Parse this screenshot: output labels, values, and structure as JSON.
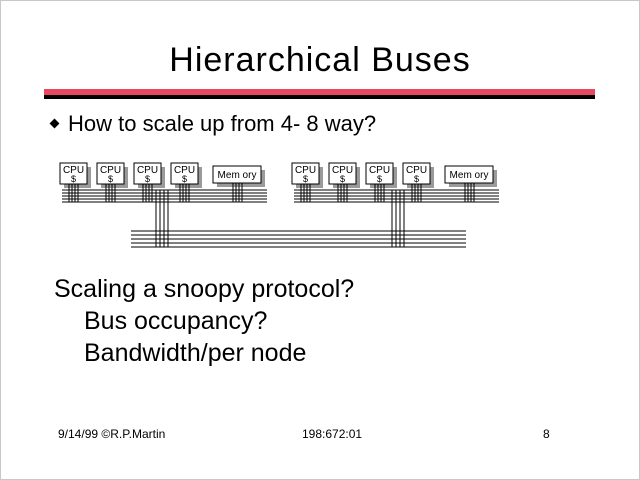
{
  "slide": {
    "title": "Hierarchical Buses",
    "bullet": "How to scale up from 4- 8 way?",
    "lines": [
      "Scaling a snoopy protocol?",
      "Bus occupancy?",
      "Bandwidth/per node"
    ],
    "footer": {
      "left": "9/14/99 ©R.P.Martin",
      "center": "198:672:01",
      "right": "8"
    }
  },
  "diagram": {
    "cpu_label": "CPU",
    "cache_label": "$",
    "memory_label": "Mem ory",
    "clusters": 2,
    "cpus_per_cluster": 4
  },
  "colors": {
    "accent_red": "#e8495f",
    "shadow_gray": "#9a9a9a"
  }
}
